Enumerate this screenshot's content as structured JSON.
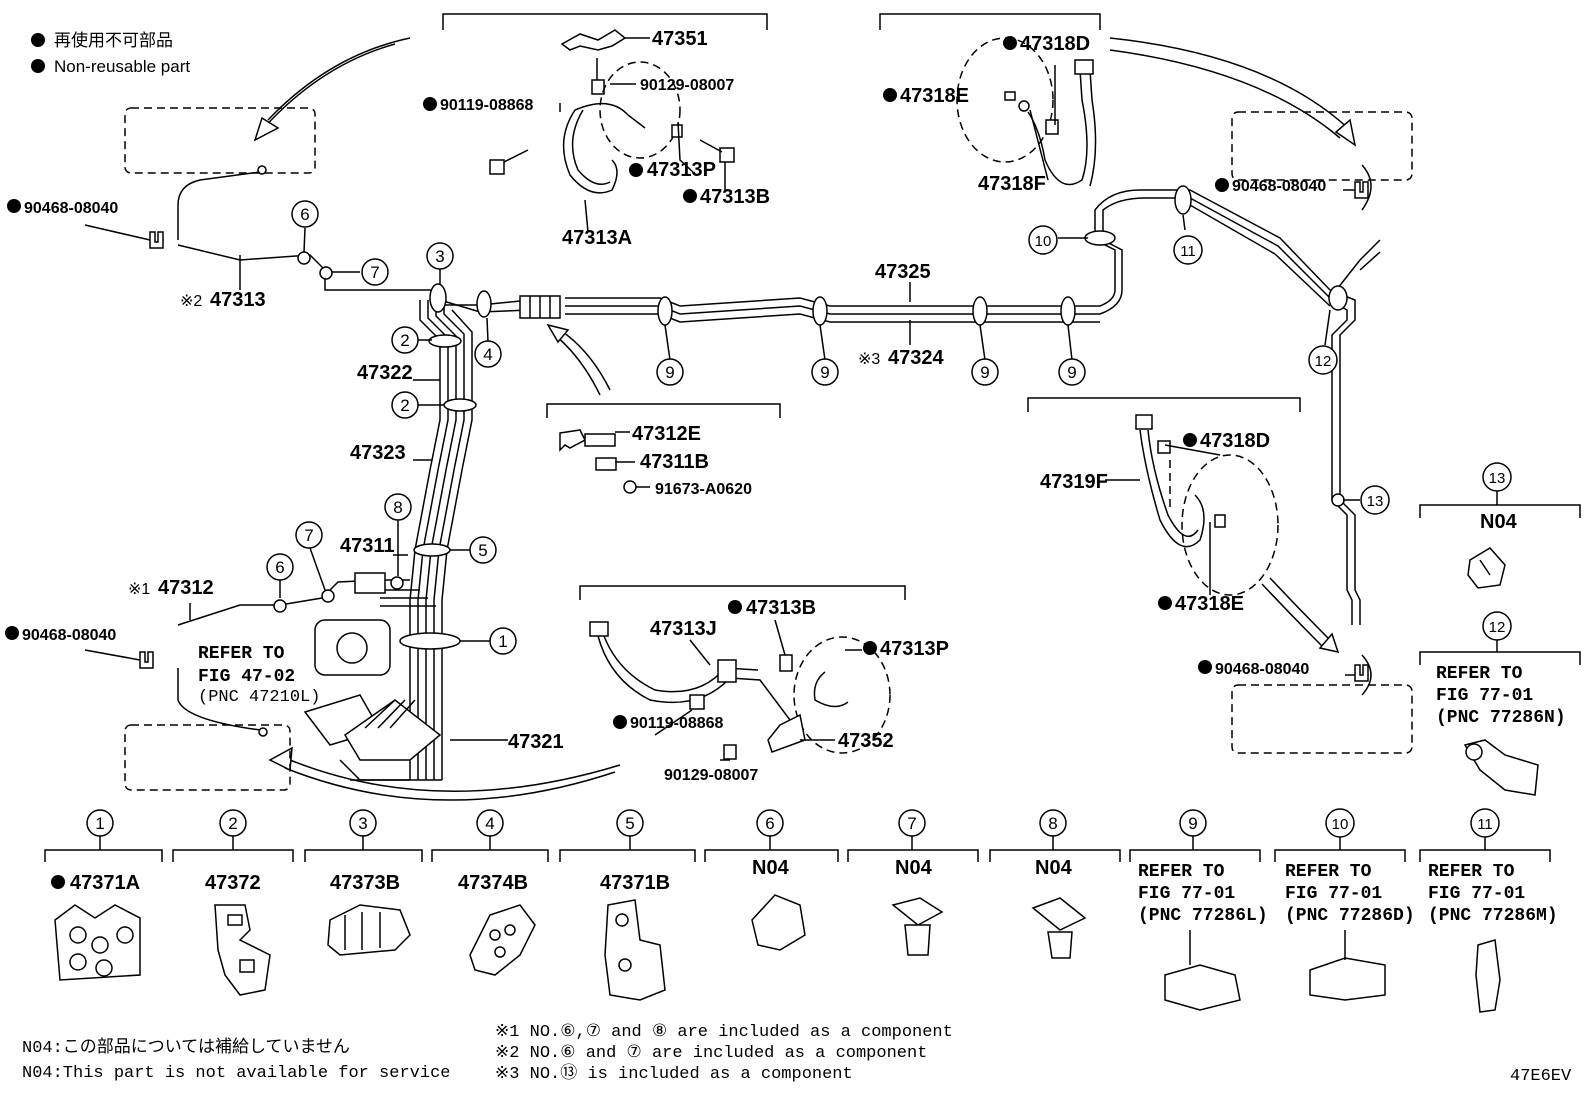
{
  "legend": {
    "jp": "再使用不可部品",
    "en": "Non-reusable part"
  },
  "fig_code": "47E6EV",
  "parts": {
    "p47351": "47351",
    "p90129a": "90129-08007",
    "p90119a": "90119-08868",
    "p47313P_a": "47313P",
    "p47313B_a": "47313B",
    "p47313A": "47313A",
    "p47318D_a": "47318D",
    "p47318E_a": "47318E",
    "p47318F": "47318F",
    "p90468_ul": "90468-08040",
    "p90468_ur": "90468-08040",
    "p47313": "47313",
    "p47313_prefix": "※2",
    "p47325": "47325",
    "p47324": "47324",
    "p47324_prefix": "※3",
    "p47322": "47322",
    "p47323": "47323",
    "p47311": "47311",
    "p47312": "47312",
    "p47312_prefix": "※1",
    "p90468_l": "90468-08040",
    "p47312E": "47312E",
    "p47311B": "47311B",
    "p91673": "91673-A0620",
    "p47321": "47321",
    "p47313B_b": "47313B",
    "p47313J": "47313J",
    "p47313P_b": "47313P",
    "p90119b": "90119-08868",
    "p47352": "47352",
    "p90129b": "90129-08007",
    "p47319F": "47319F",
    "p47318D_b": "47318D",
    "p47318E_b": "47318E",
    "p90468_r": "90468-08040",
    "n04_13": "N04"
  },
  "refer": {
    "fig4702": [
      "REFER TO",
      "FIG 47-02",
      "(PNC 47210L)"
    ],
    "fig7701N": [
      "REFER TO",
      "FIG 77-01",
      "(PNC 77286N)"
    ]
  },
  "callouts": [
    "1",
    "2",
    "3",
    "4",
    "5",
    "6",
    "7",
    "8",
    "9",
    "10",
    "11",
    "12",
    "13"
  ],
  "legend_items": [
    {
      "num": "1",
      "part": "47371A",
      "nonreusable": true
    },
    {
      "num": "2",
      "part": "47372",
      "nonreusable": false
    },
    {
      "num": "3",
      "part": "47373B",
      "nonreusable": false
    },
    {
      "num": "4",
      "part": "47374B",
      "nonreusable": false
    },
    {
      "num": "5",
      "part": "47371B",
      "nonreusable": false
    },
    {
      "num": "6",
      "part": "N04",
      "nonreusable": false
    },
    {
      "num": "7",
      "part": "N04",
      "nonreusable": false
    },
    {
      "num": "8",
      "part": "N04",
      "nonreusable": false
    },
    {
      "num": "9",
      "refer": [
        "REFER TO",
        "FIG 77-01",
        "(PNC 77286L)"
      ]
    },
    {
      "num": "10",
      "refer": [
        "REFER TO",
        "FIG 77-01",
        "(PNC 77286D)"
      ]
    },
    {
      "num": "11",
      "refer": [
        "REFER TO",
        "FIG 77-01",
        "(PNC 77286M)"
      ]
    }
  ],
  "footnotes": {
    "n04_jp": "N04:この部品については補給していません",
    "n04_en": "N04:This part is not available for service",
    "fn1": "※1 NO.⑥,⑦ and ⑧ are included as a component",
    "fn2": "※2 NO.⑥ and ⑦ are included as a component",
    "fn3": "※3 NO.⑬ is included as a component"
  }
}
